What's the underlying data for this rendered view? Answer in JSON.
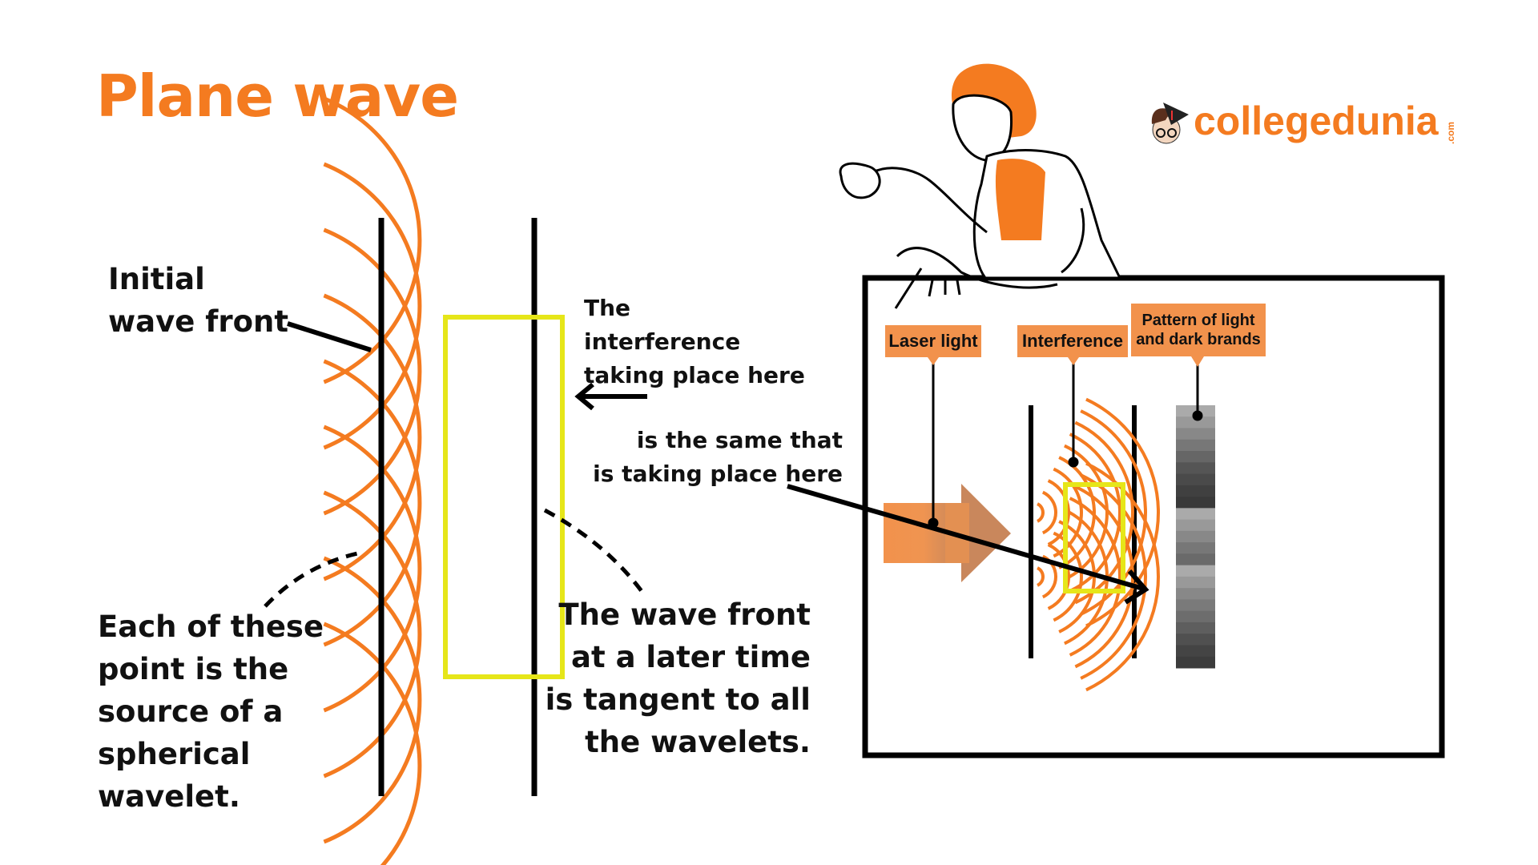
{
  "title": "Plane wave",
  "logo": {
    "name": "collegedunia",
    "suffix": ".com"
  },
  "left_diagram": {
    "initial_wave_front": [
      "Initial",
      "wave front"
    ],
    "each_point": [
      "Each of these",
      "point is the",
      "source of a",
      "spherical",
      "wavelet."
    ],
    "interference_here": [
      "The",
      "interference",
      "taking place here"
    ],
    "same_as": [
      "is the same that",
      "is taking place here"
    ],
    "later_wave_front": [
      "The wave front",
      "at a later time",
      "is tangent to all",
      "the wavelets."
    ]
  },
  "right_diagram": {
    "laser_label": "Laser light",
    "interference_label": "Interference",
    "pattern_label": [
      "Pattern of light",
      "and dark brands"
    ]
  },
  "colors": {
    "orange": "#f47b20",
    "yellow": "#e6e619",
    "tag": "#f2924c"
  }
}
